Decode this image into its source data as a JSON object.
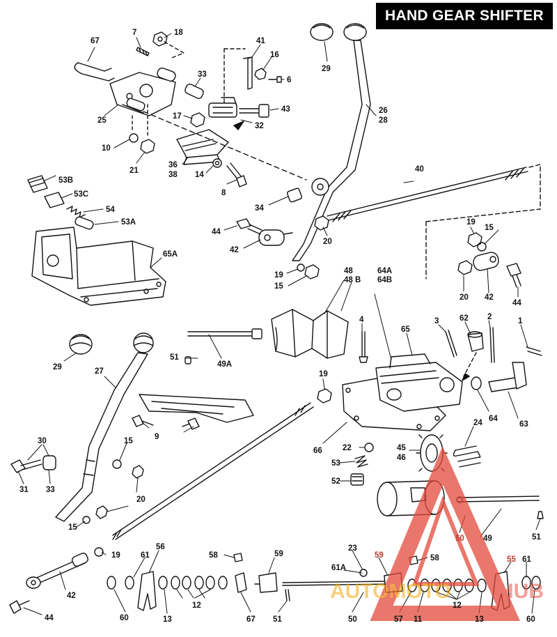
{
  "header": {
    "title": "HAND GEAR SHIFTER"
  },
  "watermark": {
    "left_text": "AUTOMOTO",
    "right_text": "HUB",
    "color": "#e24a3b",
    "accent": "#f0a500"
  },
  "colors": {
    "ink": "#111111",
    "paper": "#ffffff",
    "highlight_label": "#c0392b"
  },
  "callouts": [
    {
      "id": "c67a",
      "text": "67",
      "red": false
    },
    {
      "id": "c7",
      "text": "7",
      "red": false
    },
    {
      "id": "c18",
      "text": "18",
      "red": false
    },
    {
      "id": "c41",
      "text": "41",
      "red": false
    },
    {
      "id": "c16",
      "text": "16",
      "red": false
    },
    {
      "id": "c6",
      "text": "6",
      "red": false
    },
    {
      "id": "c29a",
      "text": "29",
      "red": false
    },
    {
      "id": "c25",
      "text": "25",
      "red": false
    },
    {
      "id": "c33a",
      "text": "33",
      "red": false
    },
    {
      "id": "c17",
      "text": "17",
      "red": false
    },
    {
      "id": "c43",
      "text": "43",
      "red": false
    },
    {
      "id": "c32",
      "text": "32",
      "red": false
    },
    {
      "id": "c26",
      "text": "26",
      "red": false
    },
    {
      "id": "c28",
      "text": "28",
      "red": false
    },
    {
      "id": "c10",
      "text": "10",
      "red": false
    },
    {
      "id": "c21",
      "text": "21",
      "red": false
    },
    {
      "id": "c36",
      "text": "36",
      "red": false
    },
    {
      "id": "c38",
      "text": "38",
      "red": false
    },
    {
      "id": "c14",
      "text": "14",
      "red": false
    },
    {
      "id": "c8",
      "text": "8",
      "red": false
    },
    {
      "id": "c40",
      "text": "40",
      "red": false
    },
    {
      "id": "c53b",
      "text": "53B",
      "red": false
    },
    {
      "id": "c53c",
      "text": "53C",
      "red": false
    },
    {
      "id": "c54",
      "text": "54",
      "red": false
    },
    {
      "id": "c53a",
      "text": "53A",
      "red": false
    },
    {
      "id": "c34",
      "text": "34",
      "red": false
    },
    {
      "id": "c44a",
      "text": "44",
      "red": false
    },
    {
      "id": "c42a",
      "text": "42",
      "red": false
    },
    {
      "id": "c20a",
      "text": "20",
      "red": false
    },
    {
      "id": "c19a",
      "text": "19",
      "red": false
    },
    {
      "id": "c15a",
      "text": "15",
      "red": false
    },
    {
      "id": "c15b",
      "text": "15",
      "red": false
    },
    {
      "id": "c19b",
      "text": "19",
      "red": false
    },
    {
      "id": "c65a",
      "text": "65A",
      "red": false
    },
    {
      "id": "c20b",
      "text": "20",
      "red": false
    },
    {
      "id": "c42b",
      "text": "42",
      "red": false
    },
    {
      "id": "c44b",
      "text": "44",
      "red": false
    },
    {
      "id": "c48",
      "text": "48",
      "red": false
    },
    {
      "id": "c48b",
      "text": "48 B",
      "red": false
    },
    {
      "id": "c64a",
      "text": "64A",
      "red": false
    },
    {
      "id": "c64b",
      "text": "64B",
      "red": false
    },
    {
      "id": "c4",
      "text": "4",
      "red": false
    },
    {
      "id": "c3",
      "text": "3",
      "red": false
    },
    {
      "id": "c62",
      "text": "62",
      "red": false
    },
    {
      "id": "c2",
      "text": "2",
      "red": false
    },
    {
      "id": "c1",
      "text": "1",
      "red": false
    },
    {
      "id": "c65",
      "text": "65",
      "red": false
    },
    {
      "id": "c29b",
      "text": "29",
      "red": false
    },
    {
      "id": "c27",
      "text": "27",
      "red": false
    },
    {
      "id": "c51a",
      "text": "51",
      "red": false
    },
    {
      "id": "c49a",
      "text": "49A",
      "red": false
    },
    {
      "id": "c19c",
      "text": "19",
      "red": false
    },
    {
      "id": "c64",
      "text": "64",
      "red": false
    },
    {
      "id": "c63",
      "text": "63",
      "red": false
    },
    {
      "id": "c9",
      "text": "9",
      "red": false
    },
    {
      "id": "c66",
      "text": "66",
      "red": false
    },
    {
      "id": "c24",
      "text": "24",
      "red": false
    },
    {
      "id": "c30",
      "text": "30",
      "red": false
    },
    {
      "id": "c15c",
      "text": "15",
      "red": false
    },
    {
      "id": "c22",
      "text": "22",
      "red": false
    },
    {
      "id": "c45",
      "text": "45",
      "red": false
    },
    {
      "id": "c46",
      "text": "46",
      "red": false
    },
    {
      "id": "c53",
      "text": "53",
      "red": false
    },
    {
      "id": "c31",
      "text": "31",
      "red": false
    },
    {
      "id": "c33b",
      "text": "33",
      "red": false
    },
    {
      "id": "c20c",
      "text": "20",
      "red": false
    },
    {
      "id": "c52",
      "text": "52",
      "red": false
    },
    {
      "id": "c15d",
      "text": "15",
      "red": false
    },
    {
      "id": "c50a",
      "text": "50",
      "red": true
    },
    {
      "id": "c49",
      "text": "49",
      "red": false
    },
    {
      "id": "c51b",
      "text": "51",
      "red": false
    },
    {
      "id": "c19d",
      "text": "19",
      "red": false
    },
    {
      "id": "c58a",
      "text": "58",
      "red": false
    },
    {
      "id": "c59a",
      "text": "59",
      "red": false
    },
    {
      "id": "c23",
      "text": "23",
      "red": false
    },
    {
      "id": "c61a",
      "text": "61",
      "red": false
    },
    {
      "id": "c56",
      "text": "56",
      "red": false
    },
    {
      "id": "c59b",
      "text": "59",
      "red": true
    },
    {
      "id": "c58b",
      "text": "58",
      "red": false
    },
    {
      "id": "c55",
      "text": "55",
      "red": true
    },
    {
      "id": "c61b",
      "text": "61",
      "red": false
    },
    {
      "id": "c42c",
      "text": "42",
      "red": false
    },
    {
      "id": "c61A",
      "text": "61A",
      "red": false
    },
    {
      "id": "c44c",
      "text": "44",
      "red": false
    },
    {
      "id": "c60a",
      "text": "60",
      "red": false
    },
    {
      "id": "c13a",
      "text": "13",
      "red": false
    },
    {
      "id": "c12a",
      "text": "12",
      "red": false
    },
    {
      "id": "c67b",
      "text": "67",
      "red": false
    },
    {
      "id": "c51c",
      "text": "51",
      "red": false
    },
    {
      "id": "c50b",
      "text": "50",
      "red": false
    },
    {
      "id": "c57",
      "text": "57",
      "red": false
    },
    {
      "id": "c11",
      "text": "11",
      "red": false
    },
    {
      "id": "c12b",
      "text": "12",
      "red": false
    },
    {
      "id": "c13b",
      "text": "13",
      "red": false
    },
    {
      "id": "c60b",
      "text": "60",
      "red": false
    }
  ]
}
